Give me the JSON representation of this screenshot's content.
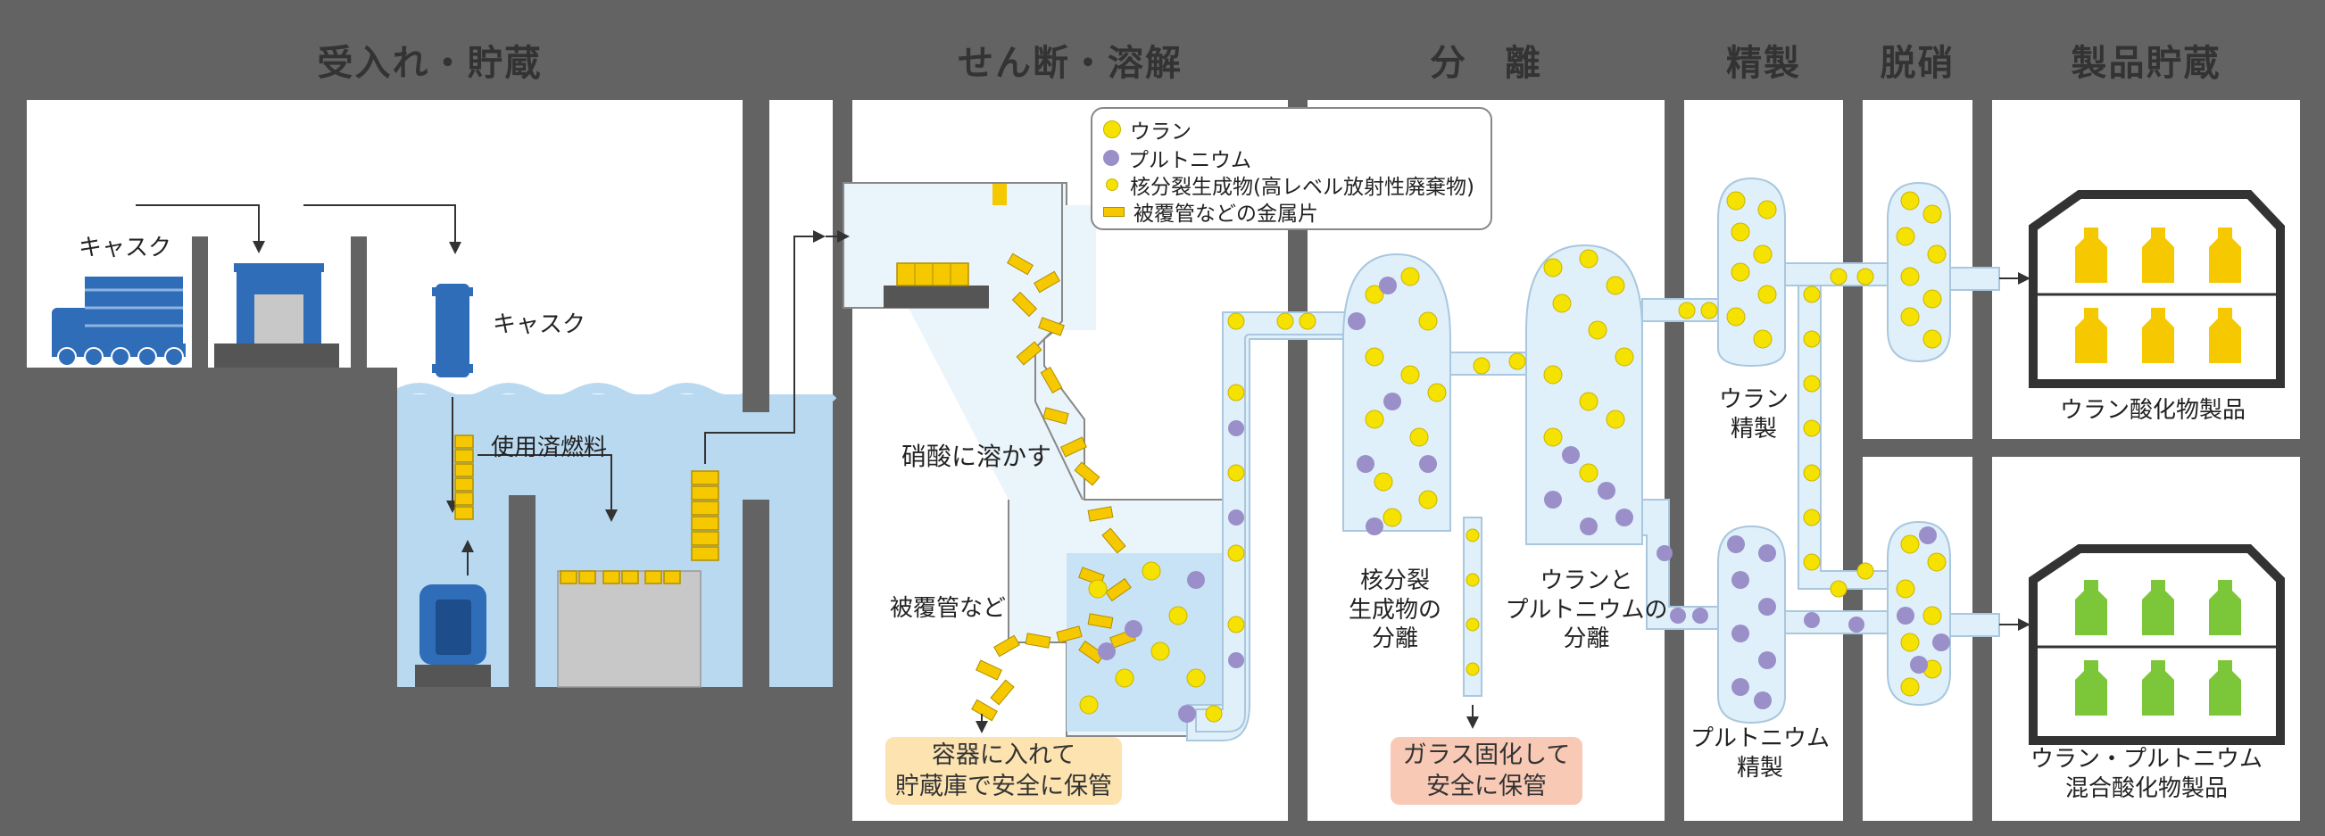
{
  "headers": {
    "receive": "受入れ・貯蔵",
    "shear": "せん断・溶解",
    "separate": "分　離",
    "purify": "精製",
    "denitrate": "脱硝",
    "product": "製品貯蔵"
  },
  "colors": {
    "receive": "#fbe98c",
    "shear": "#cfdf95",
    "separate": "#cde7c6",
    "purify": "#cde9f5",
    "denitrate": "#cdc8e4",
    "product": "#f5cde0",
    "uranium": "#f5e200",
    "plutonium": "#9a8fc9",
    "water": "#b9d9f0",
    "cask": "#2f6db8",
    "fuel": "#f5c800",
    "mox_product": "#7cc63a"
  },
  "receive": {
    "cask_label_1": "キャスク",
    "cask_label_2": "キャスク",
    "spent_fuel": "使用済燃料"
  },
  "legend": {
    "uranium": "ウラン",
    "plutonium": "プルトニウム",
    "fission": "核分裂生成物(高レベル放射性廃棄物)",
    "metal": "被覆管などの金属片"
  },
  "shear": {
    "dissolve": "硝酸に溶かす",
    "cladding": "被覆管など",
    "storage_box": "容器に入れて\n貯蔵庫で安全に保管"
  },
  "separate": {
    "fp_sep": "核分裂\n生成物の\n分離",
    "upu_sep": "ウランと\nプルトニウムの\n分離",
    "glass_box": "ガラス固化して\n安全に保管"
  },
  "purify": {
    "uranium": "ウラン\n精製",
    "plutonium": "プルトニウム\n精製"
  },
  "product": {
    "uo2": "ウラン酸化物製品",
    "mox": "ウラン・プルトニウム\n混合酸化物製品"
  }
}
